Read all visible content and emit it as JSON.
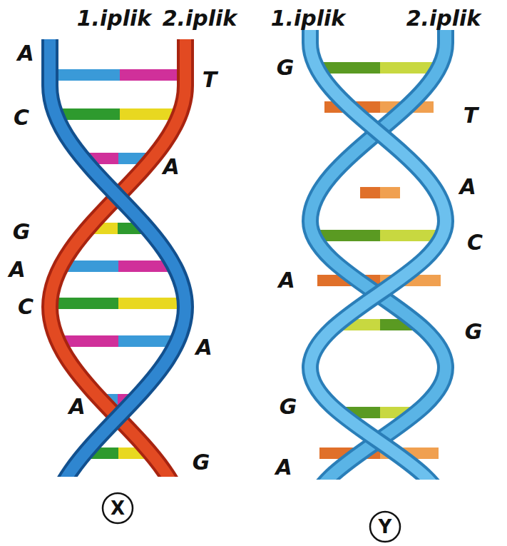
{
  "diagram": {
    "nodes": [
      {
        "text": [
          "X"
        ]
      },
      {
        "text": [
          "Y"
        ]
      }
    ],
    "labels": [
      "1.iplik",
      "2.iplik",
      "1.iplik",
      "2.iplik",
      "A",
      "T",
      "C",
      "A",
      "G",
      "A",
      "C",
      "A",
      "A",
      "G",
      "G",
      "T",
      "A",
      "C",
      "A",
      "G",
      "G",
      "A"
    ]
  }
}
